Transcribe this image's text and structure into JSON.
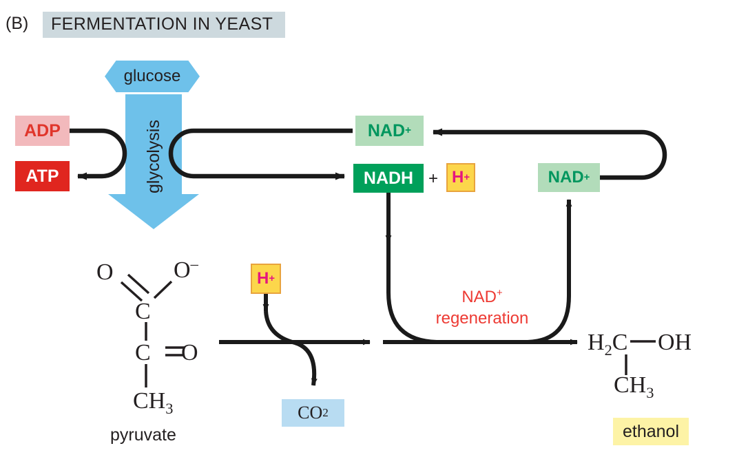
{
  "panel": {
    "letter": "(B)",
    "title": "FERMENTATION IN YEAST",
    "title_bg": "#cdd9de"
  },
  "pathway": {
    "input_label": "glucose",
    "process_label": "glycolysis",
    "process_color": "#6ec1ea"
  },
  "energy": {
    "adp_label": "ADP",
    "atp_label": "ATP",
    "adp_bg": "#f2b9bc",
    "adp_fg": "#e0352b",
    "atp_bg": "#e0261f",
    "atp_fg": "#ffffff"
  },
  "cofactors": {
    "nad_plus_label": "NAD",
    "nad_plus_charge": "+",
    "nadh_label": "NADH",
    "plus_operator": "+",
    "proton_label": "H",
    "proton_charge": "+",
    "nad_bg": "#b2dcba",
    "nad_fg": "#00965e",
    "nadh_bg": "#00a05a",
    "nadh_fg": "#ffffff",
    "proton_bg": "#fcd64b",
    "proton_border": "#e8a33d",
    "proton_fg": "#e5177f",
    "regeneration_line1": "NAD",
    "regeneration_charge": "+",
    "regeneration_line2": "regeneration",
    "regeneration_color": "#ed3a33"
  },
  "pyruvate": {
    "name": "pyruvate",
    "atom_o_left": "O",
    "atom_o_right": "O",
    "atom_o_right_charge": "–",
    "atom_c_top": "C",
    "atom_c_mid": "C",
    "atom_o_keto": "O",
    "atom_ch3": "CH",
    "atom_ch3_sub": "3"
  },
  "ethanol": {
    "name": "ethanol",
    "name_bg": "#fdf3a6",
    "atom_h2c": "H",
    "atom_h2c_sub": "2",
    "atom_h2c_c": "C",
    "atom_oh": "OH",
    "atom_ch3": "CH",
    "atom_ch3_sub": "3"
  },
  "byproduct": {
    "co2_label": "CO",
    "co2_sub": "2",
    "co2_bg": "#b8dcf2"
  }
}
